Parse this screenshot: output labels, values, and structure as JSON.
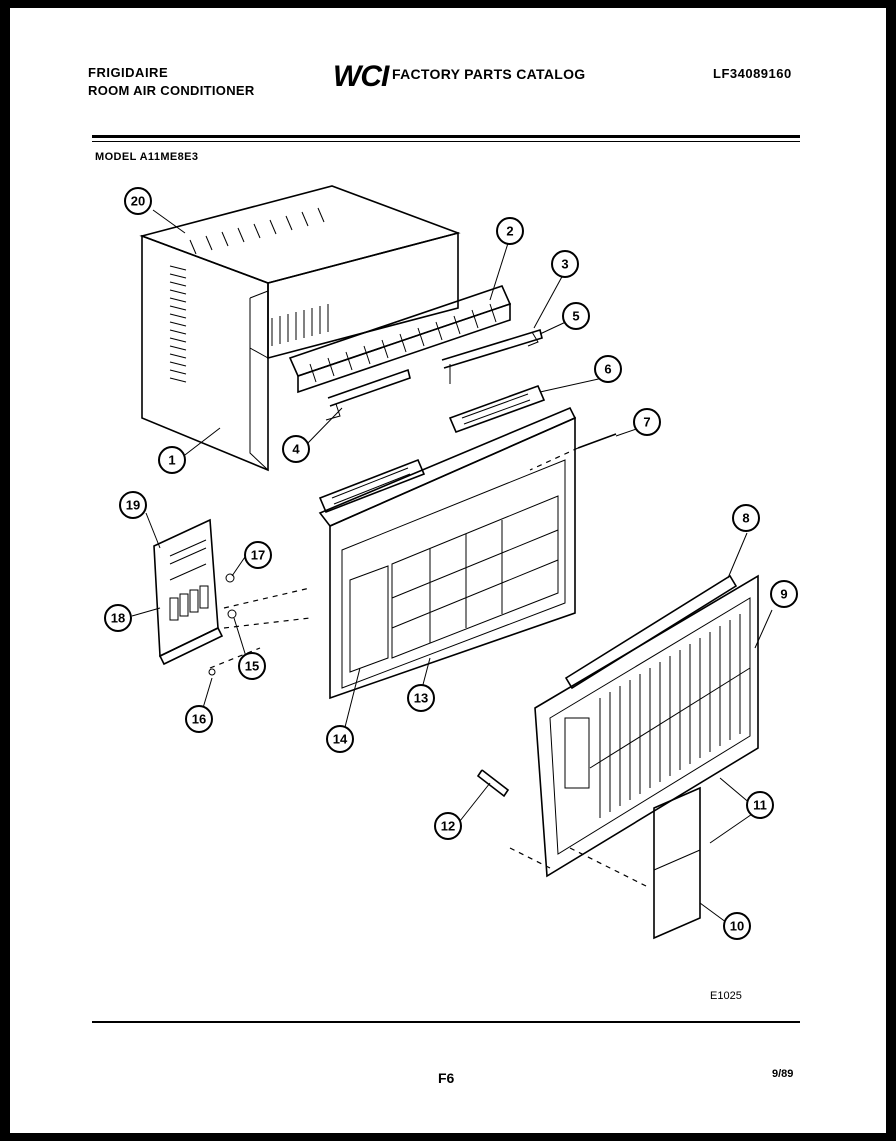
{
  "header": {
    "brand_line1": "FRIGIDAIRE",
    "brand_line2": "ROOM AIR CONDITIONER",
    "logo_text": "WCI",
    "catalog_title": "FACTORY PARTS CATALOG",
    "catalog_number": "LF34089160"
  },
  "model_line": "MODEL A11ME8E3",
  "diagram_code": "E1025",
  "page_code": "F6",
  "date_code": "9/89",
  "callouts": [
    "1",
    "2",
    "3",
    "4",
    "5",
    "6",
    "7",
    "8",
    "9",
    "10",
    "11",
    "12",
    "13",
    "14",
    "15",
    "16",
    "17",
    "18",
    "19",
    "20"
  ]
}
